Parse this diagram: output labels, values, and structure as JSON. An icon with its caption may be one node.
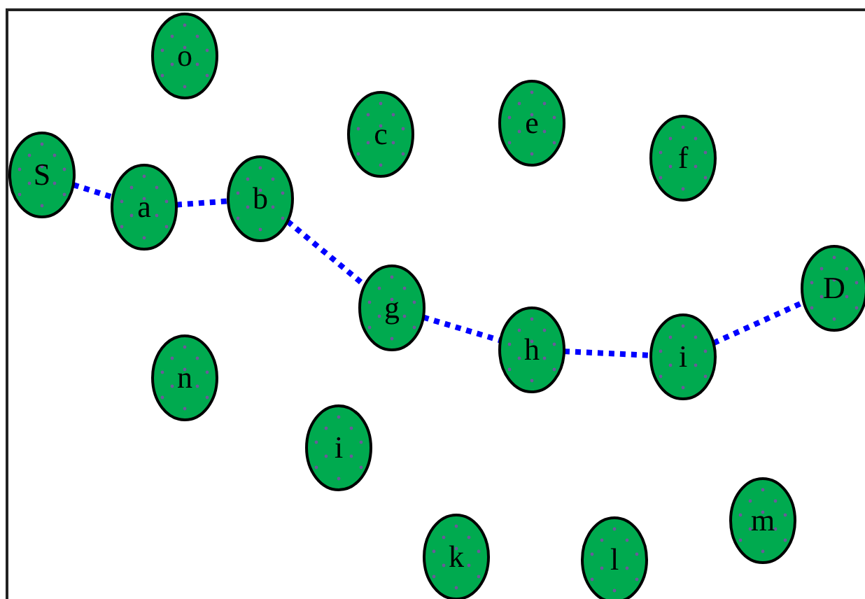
{
  "diagram": {
    "nodes": [
      {
        "text": [
          "o"
        ]
      },
      {
        "text": [
          "e"
        ]
      },
      {
        "text": [
          "c"
        ]
      },
      {
        "text": [
          "f"
        ]
      },
      {
        "text": [
          "S"
        ]
      },
      {
        "text": [
          "b"
        ]
      },
      {
        "text": [
          "a"
        ]
      },
      {
        "text": [
          "D"
        ]
      },
      {
        "text": [
          "g"
        ]
      },
      {
        "text": [
          "h"
        ]
      },
      {
        "text": [
          "i"
        ]
      },
      {
        "text": [
          "n"
        ]
      },
      {
        "text": [
          "i"
        ]
      },
      {
        "text": [
          "m"
        ]
      },
      {
        "text": [
          "k"
        ]
      },
      {
        "text": [
          "l"
        ]
      }
    ],
    "edges": [
      {
        "from": 4,
        "to": 6,
        "arrow": "none",
        "style": "dashed"
      },
      {
        "from": 6,
        "to": 5,
        "arrow": "none",
        "style": "dashed"
      },
      {
        "from": 5,
        "to": 8,
        "arrow": "none",
        "style": "dashed"
      },
      {
        "from": 8,
        "to": 9,
        "arrow": "none",
        "style": "dashed"
      },
      {
        "from": 9,
        "to": 10,
        "arrow": "none",
        "style": "dashed"
      },
      {
        "from": 10,
        "to": 7,
        "arrow": "none",
        "style": "dashed"
      }
    ]
  }
}
